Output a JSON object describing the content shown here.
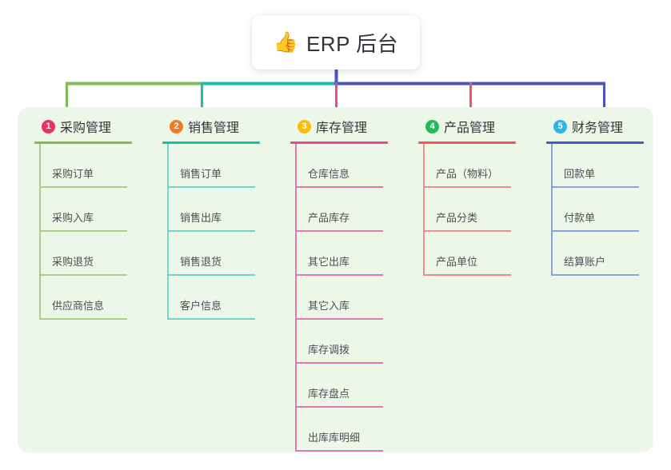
{
  "root": {
    "icon": "thumbs-up-icon",
    "icon_glyph": "👍",
    "title": "ERP 后台"
  },
  "palette": {
    "page_background": "#ffffff",
    "panel_background": "#edf7e7",
    "root_background": "#ffffff",
    "root_stem": "#4a56c4",
    "trunk_left_green": "#7cbe4e",
    "trunk_mid_teal": "#17bfb2",
    "trunk_right_blue": "#4a56c4"
  },
  "columns": [
    {
      "number": "1",
      "title": "采购管理",
      "badge_color": "#ef2f63",
      "rule_color": "#7cbe4e",
      "line_color": "#a9cf87",
      "stem_color": "#7cbe4e",
      "items": [
        "采购订单",
        "采购入库",
        "采购退货",
        "供应商信息"
      ]
    },
    {
      "number": "2",
      "title": "销售管理",
      "badge_color": "#f37c20",
      "rule_color": "#17bfb2",
      "line_color": "#6fd4cb",
      "stem_color": "#17bfb2",
      "items": [
        "销售订单",
        "销售出库",
        "销售退货",
        "客户信息"
      ]
    },
    {
      "number": "3",
      "title": "库存管理",
      "badge_color": "#fbbc0b",
      "rule_color": "#e7489b",
      "line_color": "#e578ae",
      "stem_color": "#e7489b",
      "items": [
        "仓库信息",
        "产品库存",
        "其它出库",
        "其它入库",
        "库存调拨",
        "库存盘点",
        "出库库明细"
      ]
    },
    {
      "number": "4",
      "title": "产品管理",
      "badge_color": "#22bb55",
      "rule_color": "#f2555a",
      "line_color": "#f28b8e",
      "stem_color": "#f2555a",
      "items": [
        "产品（物料）",
        "产品分类",
        "产品单位"
      ]
    },
    {
      "number": "5",
      "title": "财务管理",
      "badge_color": "#29b6e8",
      "rule_color": "#3a5fd0",
      "line_color": "#8aa3e0",
      "stem_color": "#4a56c4",
      "items": [
        "回款单",
        "付款单",
        "结算账户"
      ]
    }
  ]
}
